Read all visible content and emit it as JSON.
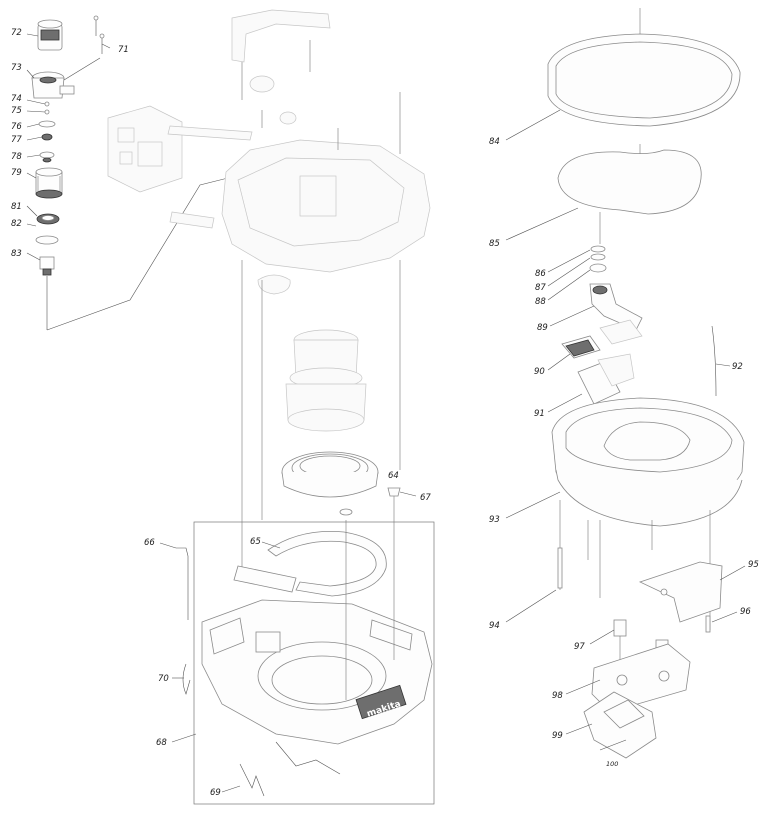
{
  "brand_logo_text": "makita",
  "part_labels": {
    "p64": "64",
    "p65": "65",
    "p66": "66",
    "p67": "67",
    "p68": "68",
    "p69": "69",
    "p70": "70",
    "p71": "71",
    "p72": "72",
    "p73": "73",
    "p74": "74",
    "p75": "75",
    "p76": "76",
    "p77": "77",
    "p78": "78",
    "p79": "79",
    "p81": "81",
    "p82": "82",
    "p83": "83",
    "p84": "84",
    "p85": "85",
    "p86": "86",
    "p87": "87",
    "p88": "88",
    "p89": "89",
    "p90": "90",
    "p91": "91",
    "p92": "92",
    "p93": "93",
    "p94": "94",
    "p95": "95",
    "p96": "96",
    "p97": "97",
    "p98": "98",
    "p99": "99",
    "p100": "100"
  }
}
